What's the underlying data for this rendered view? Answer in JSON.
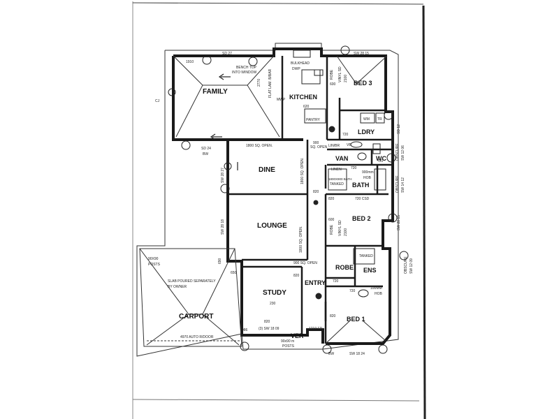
{
  "rooms": {
    "family": "FAMILY",
    "kitchen": "KITCHEN",
    "bed3": "BED 3",
    "ldry": "LDRY",
    "van": "VAN",
    "wc": "WC",
    "dine": "DINE",
    "bath": "BATH",
    "lounge": "LOUNGE",
    "bed2": "BED 2",
    "robe": "ROBE",
    "ens": "ENS",
    "study": "STUDY",
    "entry": "ENTRY",
    "carport": "CARPORT",
    "ver": "VER",
    "bed1": "BED 1"
  },
  "notes": {
    "sd27": "SD 27",
    "sw2815": "SW 28 15",
    "n1910": "1910",
    "bench1": "BENCH TOP",
    "bench2": "INTO WINDOW",
    "n2770": "2770",
    "flatlam": "FLAT LAM. B/BAR",
    "bulkhead": "BULKHEAD",
    "dwp": "DWP",
    "mwp": "MWP",
    "n620": "620",
    "pantry": "PANTRY",
    "robe_k": "ROBE",
    "vinyl": "VINYL SD",
    "n2100": "2100",
    "n600a": "600",
    "wm": "WM",
    "tr": "TR",
    "n720a": "720",
    "n900": "900",
    "sqopen1": "SQ. OPEN",
    "linbr": "LIN/BR",
    "vb": "VB",
    "sd24": "SD 24",
    "bw1": "BW",
    "n1800": "1800 SQ. OPEN.",
    "n1800v": "1800 SQ. OPEN.",
    "linen": "LINEN",
    "n720b": "720",
    "n720c": "720",
    "mm900": "900mm",
    "hob": "HOB",
    "tanked": "TANKED",
    "n820a": "820",
    "n720csd": "720 CSD",
    "n820b": "820",
    "n600b": "600",
    "robe2": "ROBE",
    "vinyl2": "VINYL SD",
    "n2100b": "2100",
    "n1800v2": "1800 SQ. OPEN.",
    "bath2": "1800X900 BATH",
    "tanked2": "TANKED",
    "n900b": "900 SQ. OPEN",
    "n820c": "820",
    "n650": "650",
    "n690": "690",
    "n720d": "720",
    "n720e": "720",
    "n100mm": "100MM",
    "hob2": "HOB",
    "cj": "CJ",
    "slab1": "SLAB POURED SEPARATELY",
    "slab2": "BY OWNER",
    "p90": "90X90",
    "posts": "POSTS",
    "n230": "230",
    "n4970": "4970 AUTO R/DOOR",
    "n820d": "820",
    "sw1809": "(3) SW 18 09",
    "fr": "1210 FR.",
    "posts2": "90x90 m",
    "posts3": "POSTS",
    "n820e": "820",
    "sw1824": "SW 18 24",
    "bw2": "BW",
    "n986": "986",
    "obscure1": "OBSCURE",
    "obscure2": "OBSCURE",
    "obscure3": "OBSCURE",
    "sw2827": "SW 28 27",
    "sw2819": "SW 28 18",
    "sw1412": "SW 14 12",
    "sw1206": "SW 12 06",
    "sw2815b": "SW 28 15",
    "sw1209": "SW 12 09",
    "sd12": "SD 12"
  },
  "colors": {
    "ink": "#1a1a1a",
    "paper": "#ffffff"
  }
}
